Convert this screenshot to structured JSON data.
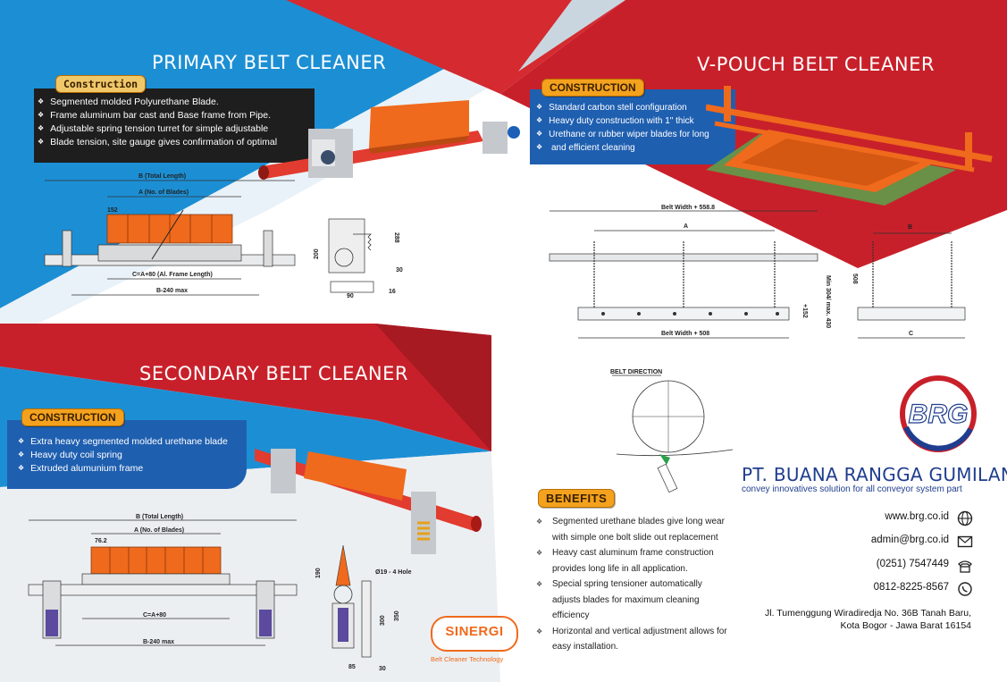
{
  "primary": {
    "title": "PRIMARY BELT CLEANER",
    "construction_label": "Construction",
    "items": [
      "Segmented molded Polyurethane Blade.",
      "Frame aluminum bar cast and Base frame from Pipe.",
      "Adjustable spring tension turret for simple adjustable",
      "Blade tension, site gauge gives confirmation of optimal"
    ],
    "dims": {
      "total": "B (Total Length)",
      "blades": "A (No. of Blades)",
      "blade_w": "152",
      "frame": "C=A+80 (Al. Frame Length)",
      "max": "B-240 max",
      "h288": "288",
      "h200": "200",
      "w30": "30",
      "w90": "90",
      "w16": "16"
    }
  },
  "vpouch": {
    "title": "V-POUCH BELT CLEANER",
    "construction_label": "CONSTRUCTION",
    "items": [
      "Standard carbon stell configuration",
      "Heavy duty construction with 1\" thick",
      "Urethane or rubber wiper blades for long",
      " and efficient cleaning"
    ],
    "dims": {
      "top": "Belt Width + 558.8",
      "a": "A",
      "bottom": "Belt Width + 508",
      "b": "B",
      "c": "C",
      "h508": "508",
      "minmax": "Min 304/ max. 430",
      "h152": "+152"
    }
  },
  "secondary": {
    "title": "SECONDARY BELT CLEANER",
    "construction_label": "CONSTRUCTION",
    "items": [
      "Extra heavy segmented molded urethane blade",
      "Heavy duty coil spring",
      "Extruded alumunium frame"
    ],
    "dims": {
      "total": "B (Total Length)",
      "blades": "A (No. of Blades)",
      "blade_w": "76.2",
      "frame": "C=A+80",
      "max": "B-240 max",
      "hole": "Ø19 - 4 Hole",
      "h190": "190",
      "h300": "300",
      "h350": "350",
      "w85": "85",
      "w30": "30"
    }
  },
  "belt_direction": "BELT DIRECTION",
  "benefits": {
    "label": "BENEFITS",
    "items": [
      "Segmented urethane blades give long wear with simple one bolt slide out replacement",
      "Heavy cast aluminum frame construction provides long life in all application.",
      "Special spring tensioner automatically adjusts blades for maximum cleaning efficiency",
      "Horizontal and vertical adjustment allows for easy installation."
    ]
  },
  "sinergi": {
    "name": "SINERGI",
    "tagline": "Belt Cleaner Technology"
  },
  "company": {
    "logo": "BRG",
    "name": "PT. BUANA RANGGA GUMILANG",
    "tagline": "convey innovatives solution for all conveyor system part",
    "website": "www.brg.co.id",
    "email": "admin@brg.co.id",
    "phone": "(0251) 7547449",
    "mobile": "0812-8225-8567",
    "address1": "Jl. Tumenggung Wiradiredja No. 36B Tanah Baru,",
    "address2": "Kota Bogor - Jawa Barat 16154"
  },
  "colors": {
    "blue": "#1c8fd4",
    "red": "#c8202a",
    "orange": "#f4a21e",
    "navy": "#1f3d8f"
  }
}
